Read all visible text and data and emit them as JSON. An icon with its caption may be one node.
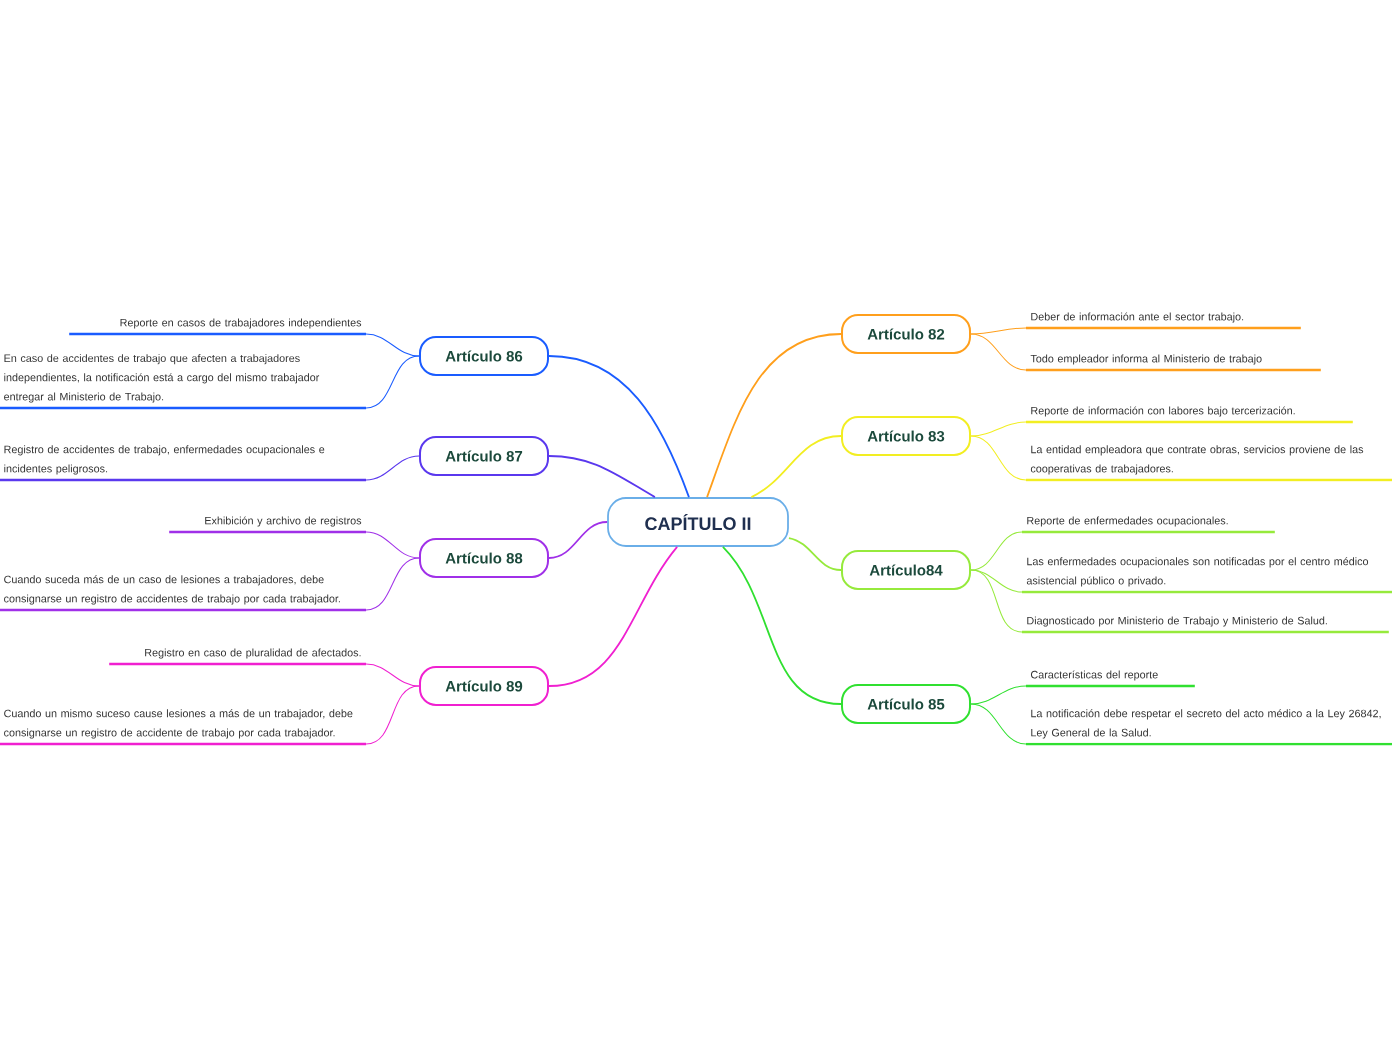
{
  "diagram": {
    "nodes": [
      {
        "text": [
          "CAPÍTULO II"
        ]
      },
      {
        "text": [
          "Artículo 82"
        ]
      },
      {
        "text": [
          "Deber de información ante el sector trabajo."
        ]
      },
      {
        "text": [
          "Todo empleador informa al Ministerio de trabajo"
        ]
      },
      {
        "text": [
          "Artículo 83"
        ]
      },
      {
        "text": [
          "Reporte de información con labores bajo tercerización."
        ]
      },
      {
        "text": [
          "La entidad empleadora que contrate obras, servicios proviene de las cooperativas de trabajadores."
        ]
      },
      {
        "text": [
          "Artículo84"
        ]
      },
      {
        "text": [
          "Reporte de enfermedades ocupacionales."
        ]
      },
      {
        "text": [
          "Las enfermedades ocupacionales son notificadas por el centro médico asistencial público o privado."
        ]
      },
      {
        "text": [
          "Diagnosticado por Ministerio de Trabajo y Ministerio de Salud."
        ]
      },
      {
        "text": [
          "Artículo 85"
        ]
      },
      {
        "text": [
          "Características del reporte"
        ]
      },
      {
        "text": [
          "La notificación debe respetar el secreto del acto médico a la Ley 26842, Ley General de la Salud."
        ]
      },
      {
        "text": [
          "Artículo 86"
        ]
      },
      {
        "text": [
          "Reporte en casos de trabajadores independientes"
        ]
      },
      {
        "text": [
          "En caso de accidentes de trabajo que afecten a trabajadores independientes, la notificación está a cargo del mismo trabajador entregar al Ministerio de Trabajo."
        ]
      },
      {
        "text": [
          "Artículo 87"
        ]
      },
      {
        "text": [
          "Registro de accidentes de trabajo, enfermedades ocupacionales e incidentes peligrosos."
        ]
      },
      {
        "text": [
          "Artículo 88"
        ]
      },
      {
        "text": [
          "Exhibición y archivo de registros"
        ]
      },
      {
        "text": [
          "Cuando suceda más de un caso de lesiones a trabajadores, debe consignarse un registro de accidentes de trabajo por cada trabajador."
        ]
      },
      {
        "text": [
          "Artículo 89"
        ]
      },
      {
        "text": [
          "Registro en caso de pluralidad de afectados."
        ]
      },
      {
        "text": [
          "Cuando un mismo suceso cause lesiones a más de un trabajador, debe consignarse un registro de accidente de trabajo por cada trabajador."
        ]
      }
    ],
    "edges": [
      {
        "from": 0,
        "to": 1,
        "arrow": "none",
        "color": "#ff9f1c"
      },
      {
        "from": 0,
        "to": 4,
        "arrow": "none",
        "color": "#f2ee22"
      },
      {
        "from": 0,
        "to": 7,
        "arrow": "none",
        "color": "#96ea3c"
      },
      {
        "from": 0,
        "to": 11,
        "arrow": "none",
        "color": "#30e030"
      },
      {
        "from": 0,
        "to": 14,
        "arrow": "none",
        "color": "#1a5cff"
      },
      {
        "from": 0,
        "to": 17,
        "arrow": "none",
        "color": "#5a38ee"
      },
      {
        "from": 0,
        "to": 19,
        "arrow": "none",
        "color": "#a030e8"
      },
      {
        "from": 0,
        "to": 22,
        "arrow": "none",
        "color": "#f020d0"
      },
      {
        "from": 1,
        "to": 2,
        "arrow": "none",
        "color": "#ff9f1c"
      },
      {
        "from": 1,
        "to": 3,
        "arrow": "none",
        "color": "#ff9f1c"
      },
      {
        "from": 4,
        "to": 5,
        "arrow": "none",
        "color": "#f2ee22"
      },
      {
        "from": 4,
        "to": 6,
        "arrow": "none",
        "color": "#f2ee22"
      },
      {
        "from": 7,
        "to": 8,
        "arrow": "none",
        "color": "#96ea3c"
      },
      {
        "from": 7,
        "to": 9,
        "arrow": "none",
        "color": "#96ea3c"
      },
      {
        "from": 7,
        "to": 10,
        "arrow": "none",
        "color": "#96ea3c"
      },
      {
        "from": 11,
        "to": 12,
        "arrow": "none",
        "color": "#30e030"
      },
      {
        "from": 11,
        "to": 13,
        "arrow": "none",
        "color": "#30e030"
      },
      {
        "from": 14,
        "to": 15,
        "arrow": "none",
        "color": "#1a5cff"
      },
      {
        "from": 14,
        "to": 16,
        "arrow": "none",
        "color": "#1a5cff"
      },
      {
        "from": 17,
        "to": 18,
        "arrow": "none",
        "color": "#5a38ee"
      },
      {
        "from": 19,
        "to": 20,
        "arrow": "none",
        "color": "#a030e8"
      },
      {
        "from": 19,
        "to": 21,
        "arrow": "none",
        "color": "#a030e8"
      },
      {
        "from": 22,
        "to": 23,
        "arrow": "none",
        "color": "#f020d0"
      },
      {
        "from": 22,
        "to": 24,
        "arrow": "none",
        "color": "#f020d0"
      }
    ]
  }
}
